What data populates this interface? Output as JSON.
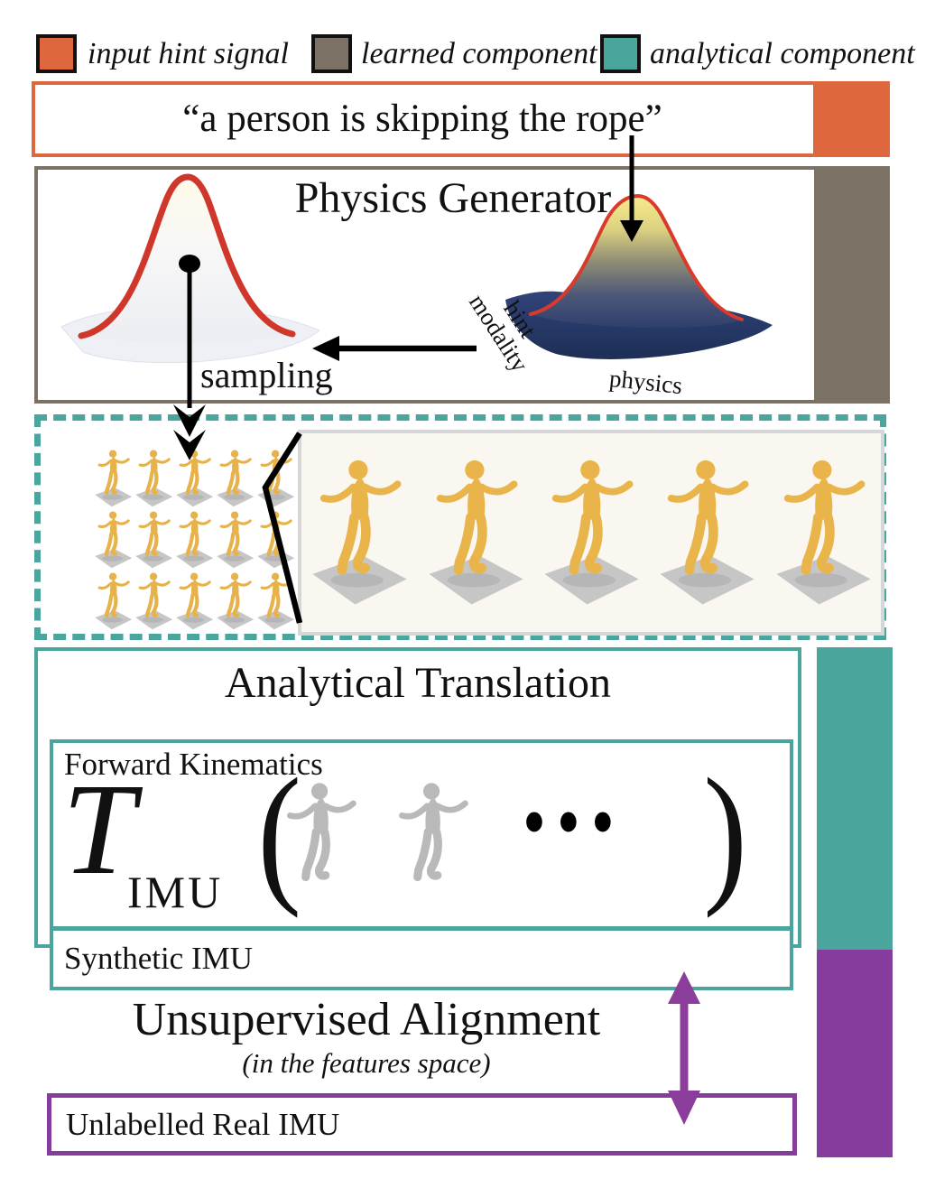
{
  "colors": {
    "orange": "#df673e",
    "brown": "#7b7265",
    "teal": "#4aa59c",
    "purple": "#853c9c",
    "red": "#cf372a",
    "yellow_figure": "#e6b249",
    "gray_figure": "#b9b9b9",
    "mat_gray": "#c6c6c6",
    "panel_bg": "#f9f7f0"
  },
  "legend": {
    "items": [
      {
        "label": "input hint signal",
        "color": "#df673e"
      },
      {
        "label": "learned component",
        "color": "#7b7265"
      },
      {
        "label": "analytical component",
        "color": "#4aa59c"
      }
    ]
  },
  "hint_box": {
    "text": "“a person is skipping the rope”"
  },
  "physics_generator": {
    "title": "Physics Generator",
    "sampling_label": "sampling",
    "hint_axis_label": "hint modality",
    "physics_axis_label": "physics"
  },
  "analytical_translation": {
    "title": "Analytical Translation",
    "forward_kinematics_label": "Forward Kinematics",
    "operator": "T",
    "operator_subscript": "IMU",
    "paren_open": "(",
    "paren_close": ")",
    "ellipsis": "•••",
    "synthetic_imu_label": "Synthetic IMU"
  },
  "unsupervised_alignment": {
    "title": "Unsupervised Alignment",
    "subtitle": "(in the features space)"
  },
  "real_imu": {
    "label": "Unlabelled Real IMU"
  }
}
